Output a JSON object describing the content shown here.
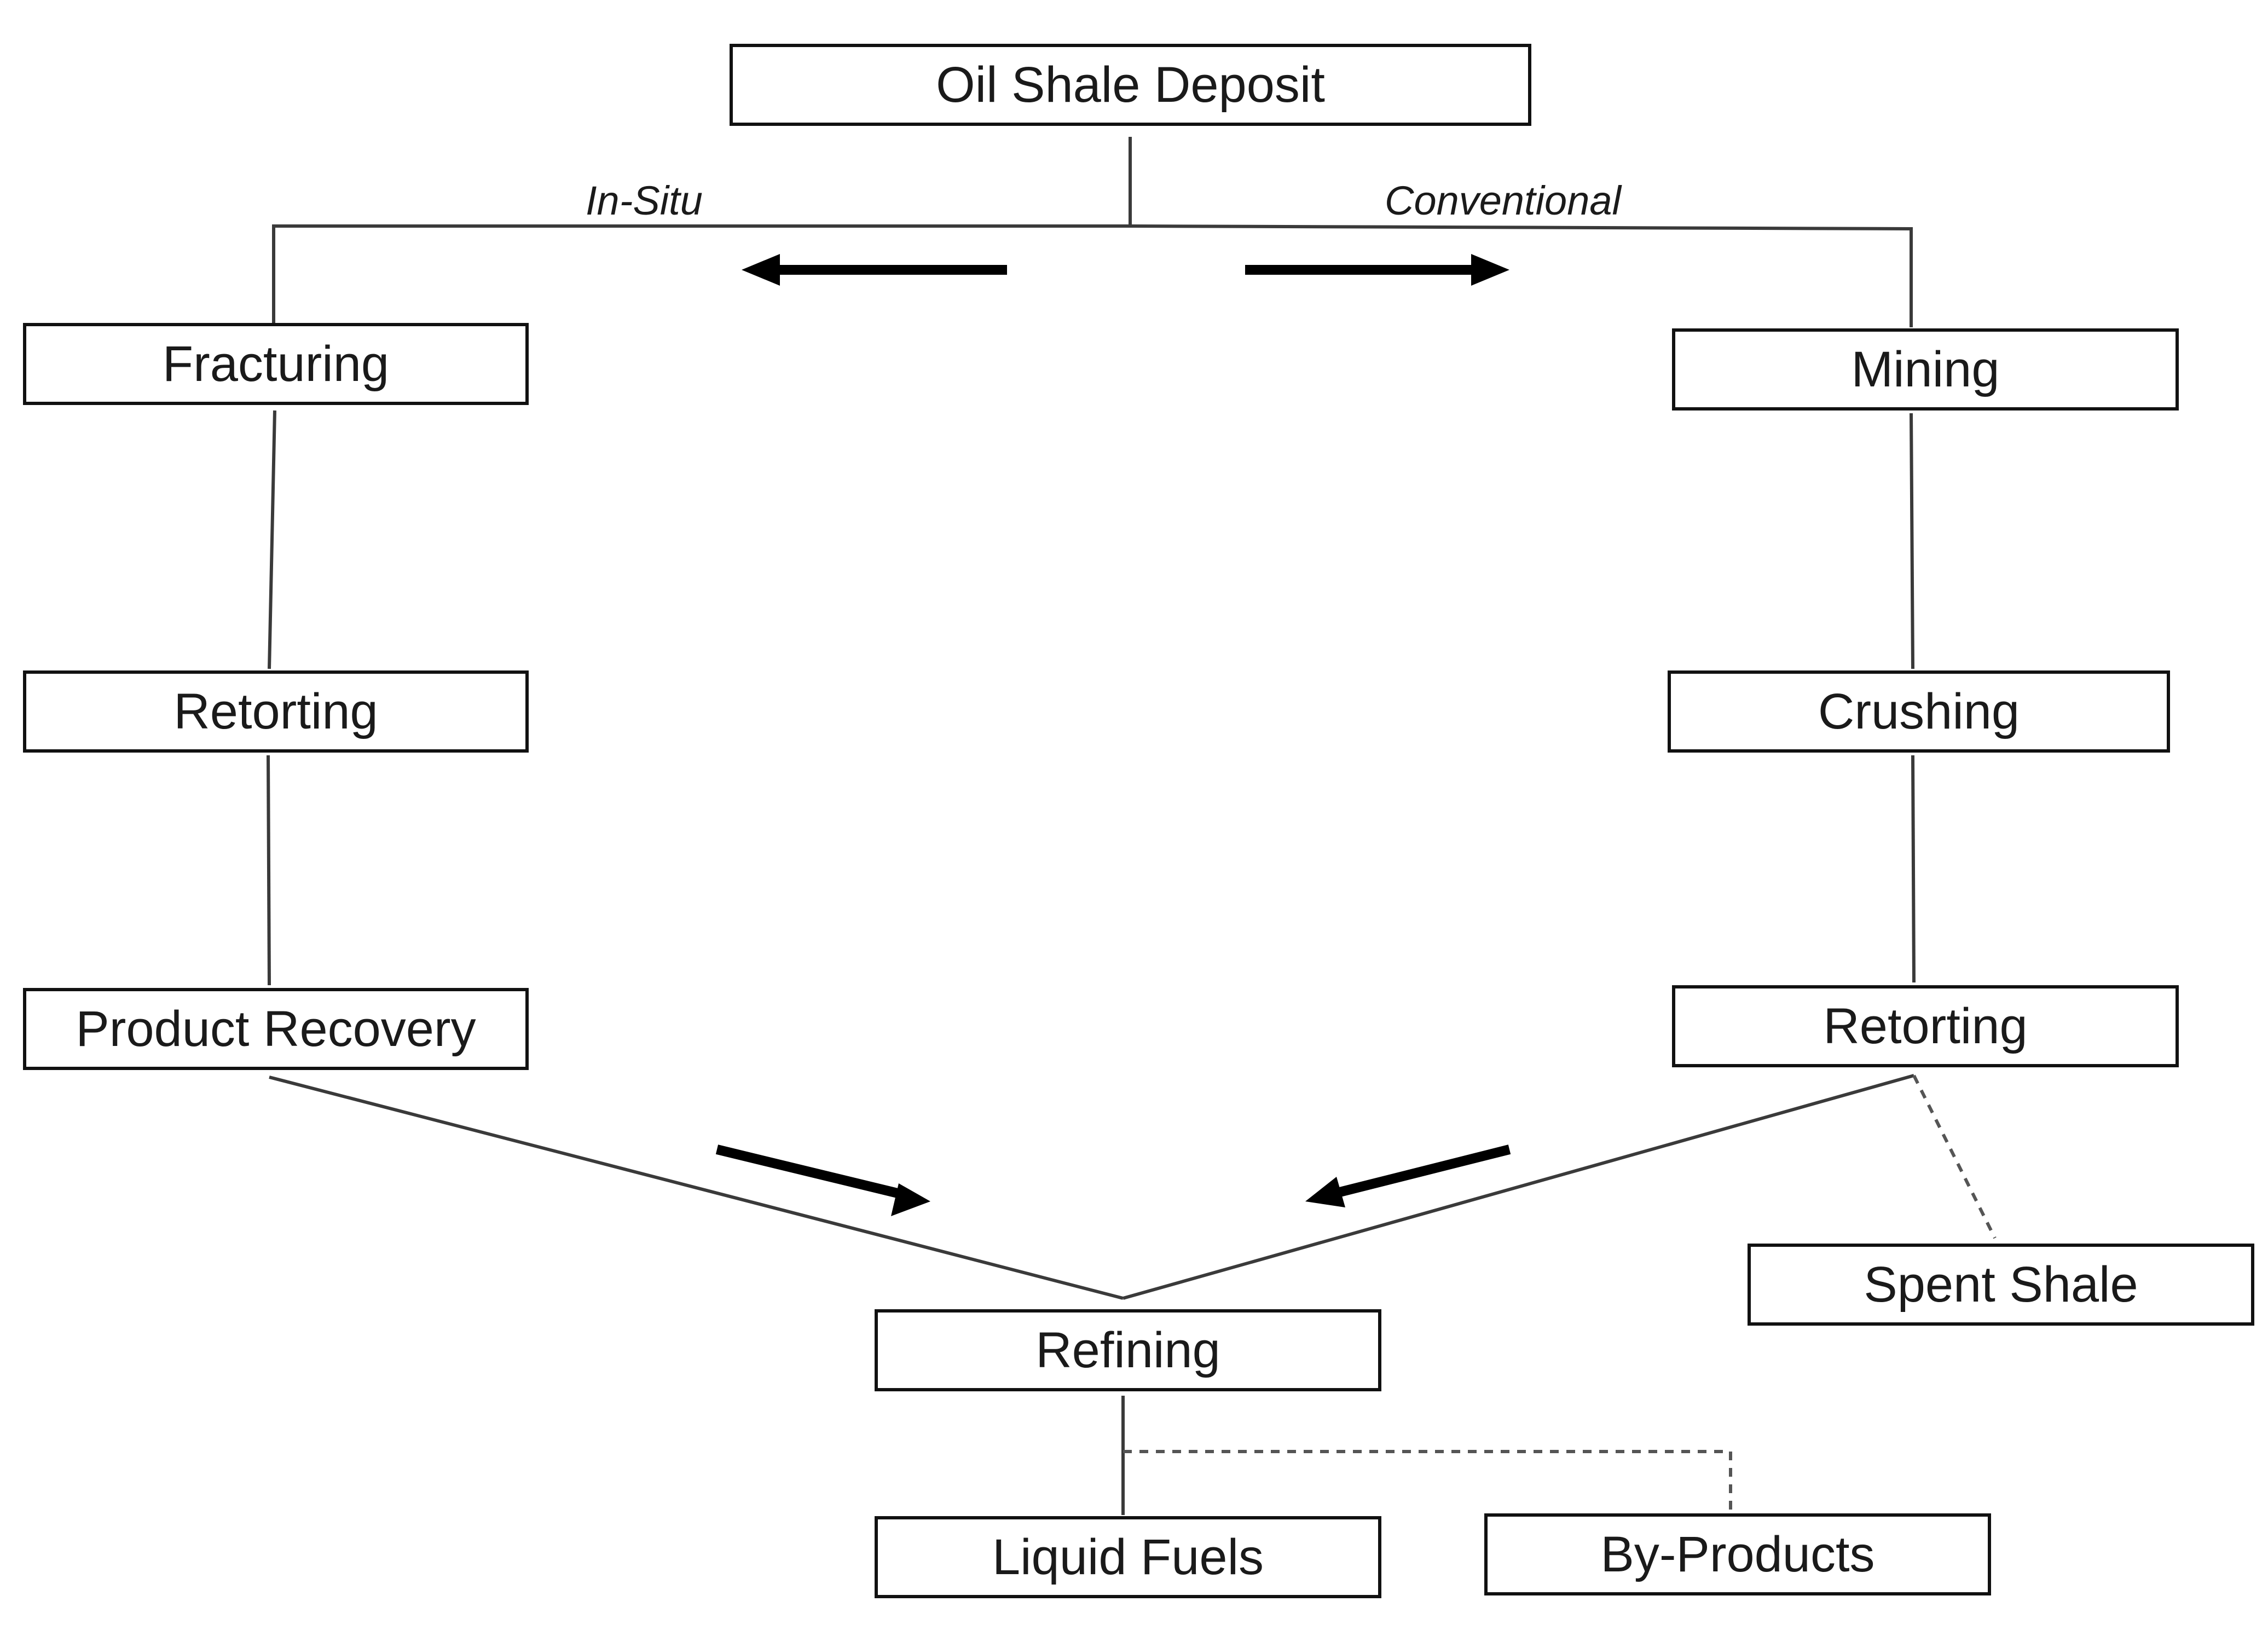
{
  "root": {
    "label": "Oil Shale Deposit"
  },
  "branches": {
    "in_situ": {
      "label": "In-Situ",
      "steps": [
        "Fracturing",
        "Retorting",
        "Product Recovery"
      ]
    },
    "conventional": {
      "label": "Conventional",
      "steps": [
        "Mining",
        "Crushing",
        "Retorting"
      ],
      "side_output": "Spent Shale"
    }
  },
  "refining": {
    "label": "Refining"
  },
  "outputs": {
    "liquid_fuels": "Liquid Fuels",
    "by_products": "By-Products"
  }
}
